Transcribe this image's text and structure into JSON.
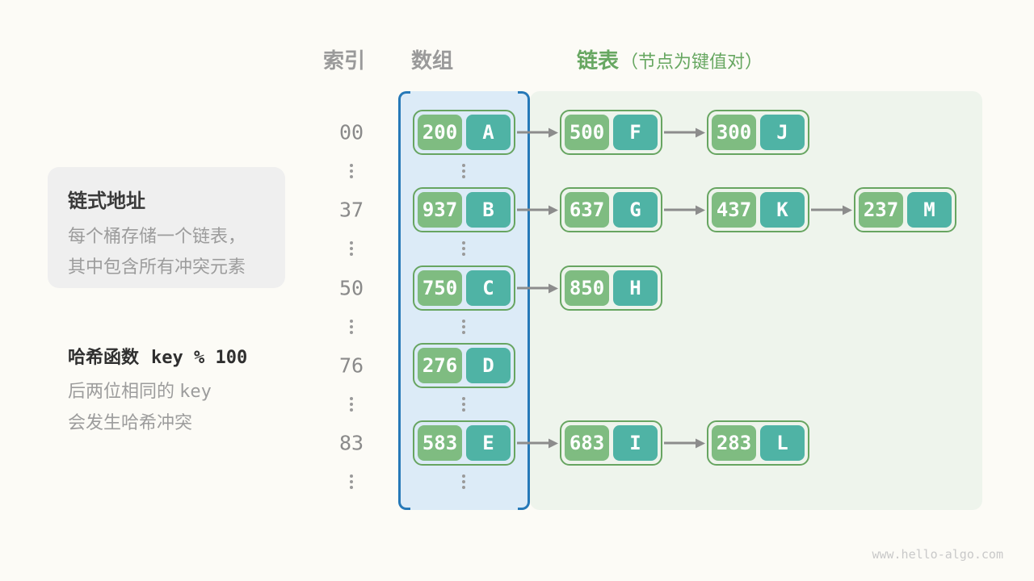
{
  "colors": {
    "page_bg": "#fcfbf6",
    "array_fill": "#dcebf7",
    "array_border": "#2679b8",
    "list_fill": "#eef4ec",
    "node_border": "#67a561",
    "key_bg": "#7fbc81",
    "val_bg": "#4fb3a5",
    "arrow": "#8c8c8c",
    "header_gray": "#9a9a9a",
    "header_green": "#67a761",
    "text_gray": "#9c9c9c",
    "index_gray": "#8a8a8a",
    "box_bg": "#efefef",
    "watermark_color": "#c9c9c9"
  },
  "headers": {
    "index": "索引",
    "array": "数组",
    "list": "链表",
    "list_note": "（节点为键值对）"
  },
  "info_box": {
    "title": "链式地址",
    "line1": "每个桶存储一个链表，",
    "line2": "其中包含所有冲突元素"
  },
  "hash_note": {
    "label": "哈希函数",
    "formula": "key % 100",
    "line1_prefix": "后两位相同的 ",
    "line1_mono": "key",
    "line2": "会发生哈希冲突"
  },
  "watermark": "www.hello-algo.com",
  "rows": [
    {
      "index": "00",
      "nodes": [
        {
          "key": "200",
          "value": "A"
        },
        {
          "key": "500",
          "value": "F"
        },
        {
          "key": "300",
          "value": "J"
        }
      ]
    },
    {
      "index": "37",
      "nodes": [
        {
          "key": "937",
          "value": "B"
        },
        {
          "key": "637",
          "value": "G"
        },
        {
          "key": "437",
          "value": "K"
        },
        {
          "key": "237",
          "value": "M"
        }
      ]
    },
    {
      "index": "50",
      "nodes": [
        {
          "key": "750",
          "value": "C"
        },
        {
          "key": "850",
          "value": "H"
        }
      ]
    },
    {
      "index": "76",
      "nodes": [
        {
          "key": "276",
          "value": "D"
        }
      ]
    },
    {
      "index": "83",
      "nodes": [
        {
          "key": "583",
          "value": "E"
        },
        {
          "key": "683",
          "value": "I"
        },
        {
          "key": "283",
          "value": "L"
        }
      ]
    }
  ]
}
